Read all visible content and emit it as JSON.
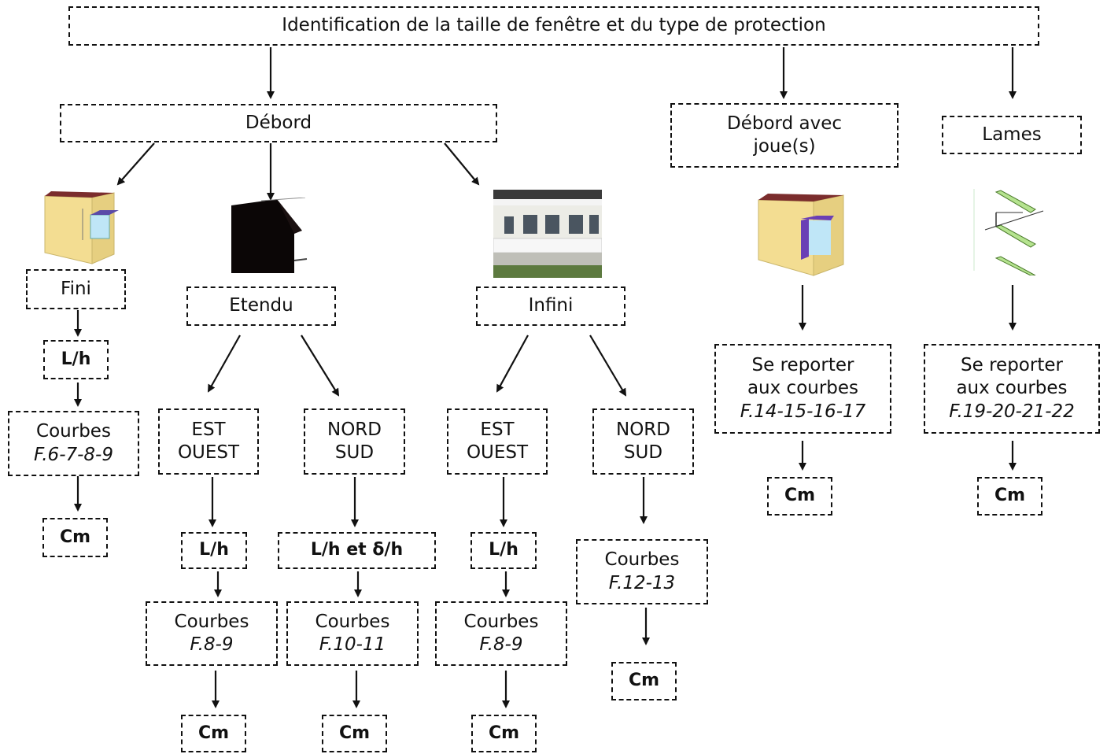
{
  "title": "Identification de la taille de fenêtre et du type de protection",
  "categories": {
    "debord": "Débord",
    "debord_joue_line1": "Débord avec",
    "debord_joue_line2": "joue(s)",
    "lames": "Lames"
  },
  "branches": {
    "fini": {
      "label": "Fini",
      "param": "L/h",
      "courbes_label": "Courbes",
      "courbes_ref": "F.6-7-8-9",
      "result": "Cm"
    },
    "etendu": {
      "label": "Etendu",
      "est_ouest": {
        "line1": "EST",
        "line2": "OUEST",
        "param": "L/h",
        "courbes_label": "Courbes",
        "courbes_ref": "F.8-9",
        "result": "Cm"
      },
      "nord_sud": {
        "line1": "NORD",
        "line2": "SUD",
        "param": "L/h et δ/h",
        "courbes_label": "Courbes",
        "courbes_ref": "F.10-11",
        "result": "Cm"
      }
    },
    "infini": {
      "label": "Infini",
      "est_ouest": {
        "line1": "EST",
        "line2": "OUEST",
        "param": "L/h",
        "courbes_label": "Courbes",
        "courbes_ref": "F.8-9",
        "result": "Cm"
      },
      "nord_sud": {
        "line1": "NORD",
        "line2": "SUD",
        "courbes_label": "Courbes",
        "courbes_ref": "F.12-13",
        "result": "Cm"
      }
    },
    "joue": {
      "line1": "Se reporter",
      "line2": "aux courbes",
      "ref": "F.14-15-16-17",
      "result": "Cm"
    },
    "lames": {
      "line1": "Se reporter",
      "line2": "aux courbes",
      "ref": "F.19-20-21-22",
      "result": "Cm"
    }
  },
  "colors": {
    "wall": "#f3dd92",
    "roof": "#7b2d2d",
    "window": "#bfe6f7",
    "joue": "#6a3fb5",
    "blade": "#b5e38f"
  }
}
